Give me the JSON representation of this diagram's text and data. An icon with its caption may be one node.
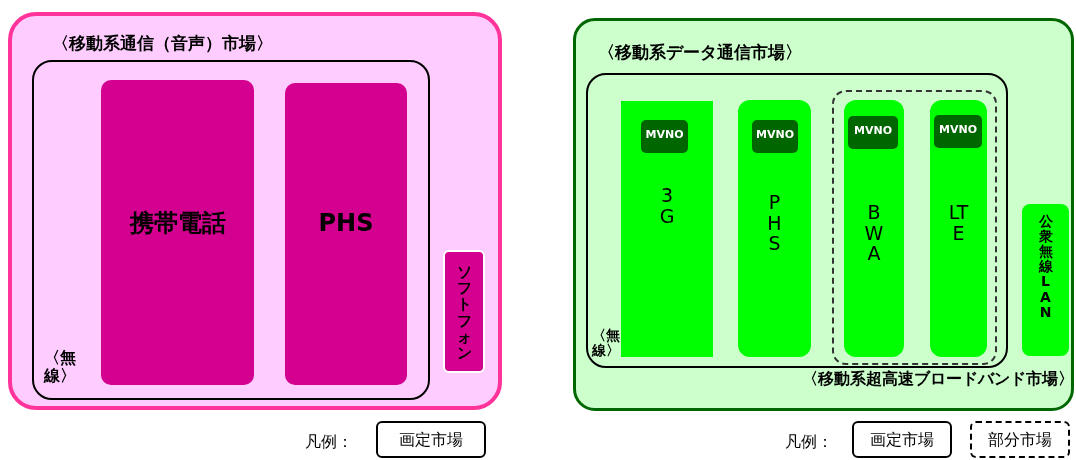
{
  "diagram": {
    "nodes": [
      {
        "text": [
          "〈移動系通信（音声）市場〉"
        ]
      },
      {
        "text": [
          "〈無線〉"
        ],
        "in": 0
      },
      {
        "text": [
          "携帯電話"
        ],
        "in": 1
      },
      {
        "text": [
          "PHS"
        ],
        "in": 1
      },
      {
        "text": [
          "ソフトフォン"
        ],
        "in": 0
      },
      {
        "text": [
          "〈移動系データ通信市場〉"
        ]
      },
      {
        "text": [
          "〈無線〉",
          "〈移動系超高速ブロードバンド市場〉"
        ],
        "in": 5
      },
      {
        "text": [
          "3G"
        ],
        "in": 6
      },
      {
        "text": [
          "MVNO"
        ],
        "in": 7
      },
      {
        "text": [
          "PHS"
        ],
        "in": 6
      },
      {
        "text": [
          "MVNO"
        ],
        "in": 9
      },
      {
        "text": [],
        "shape": "box",
        "in": 6
      },
      {
        "text": [
          "BWA"
        ],
        "in": 11
      },
      {
        "text": [
          "MVNO"
        ],
        "in": 12
      },
      {
        "text": [
          "LTE"
        ],
        "in": 11
      },
      {
        "text": [
          "MVNO"
        ],
        "in": 14
      },
      {
        "text": [
          "公衆無線LAN"
        ],
        "in": 5
      }
    ],
    "labels": [
      "凡例：",
      "凡例："
    ],
    "legend": [
      {
        "text": "画定市場"
      },
      {
        "text": "画定市場"
      },
      {
        "text": "部分市場"
      }
    ]
  }
}
